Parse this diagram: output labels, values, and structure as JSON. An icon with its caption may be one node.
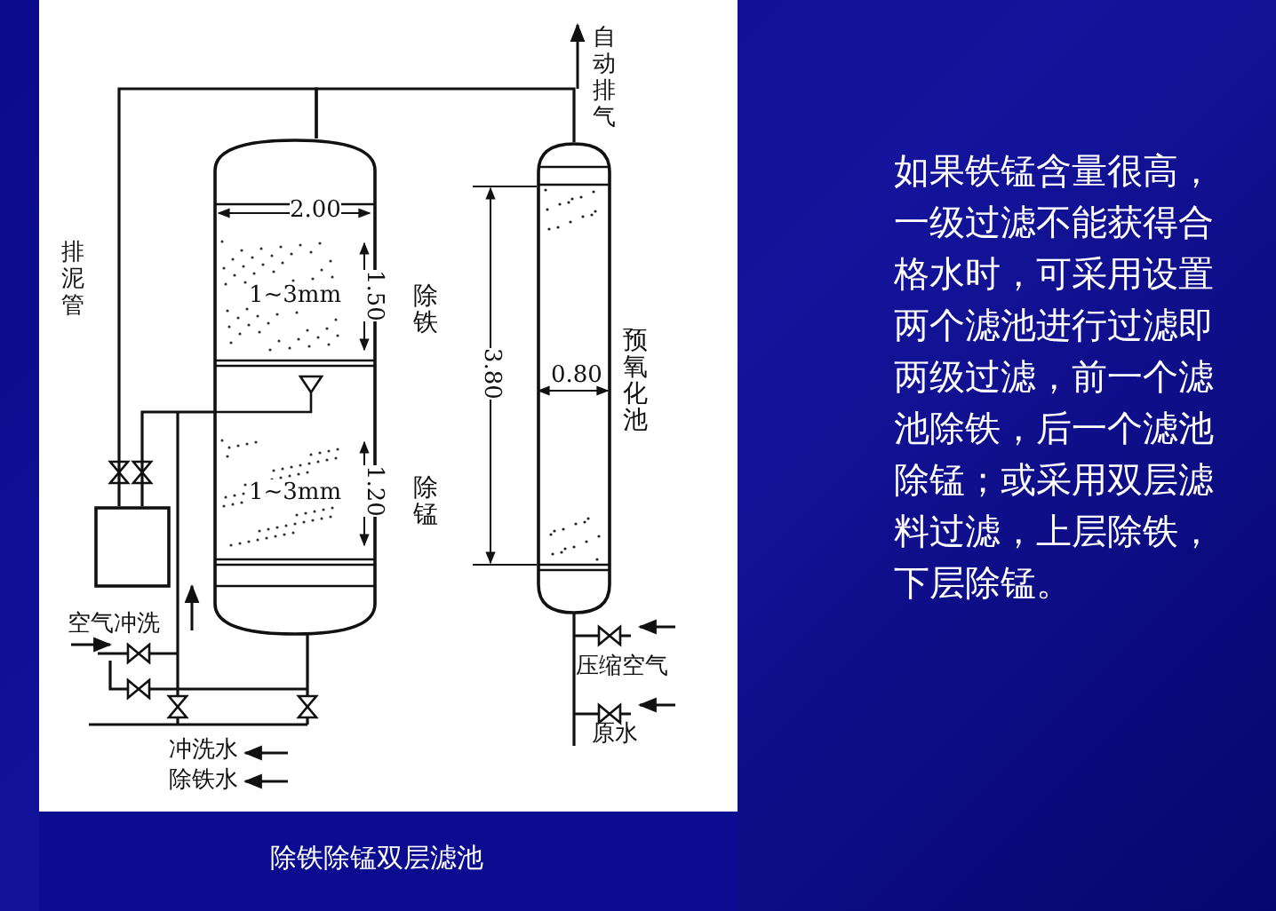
{
  "diagram": {
    "caption": "除铁除锰双层滤池",
    "nodes": [
      {
        "text": [],
        "shape": "cylinder"
      },
      {
        "text": [
          "1~3mm"
        ],
        "in": 0,
        "beside": [
          "除铁"
        ]
      },
      {
        "text": [
          "1~3mm"
        ],
        "in": 0,
        "beside": [
          "除锰"
        ]
      },
      {
        "text": [],
        "shape": "cylinder",
        "beside": [
          "预氧化池"
        ]
      },
      {
        "text": [],
        "shape": "box"
      }
    ],
    "edges": [
      {
        "from": 3,
        "to": 0,
        "arrow": "none"
      },
      {
        "from": 0,
        "to": 4,
        "arrow": "none"
      },
      {
        "from": 0,
        "to": 4,
        "arrow": "none"
      }
    ],
    "labels": [
      "自动排气",
      "2.00",
      "排泥管",
      "1.50",
      "3.80",
      "0.80",
      "1.20",
      "空气冲洗",
      "压缩空气",
      "冲洗水",
      "原水",
      "除铁水",
      "如果铁锰含量很高，一级过滤不能获得合格水时，可采用设置两个滤池进行过滤即两级过滤，前一个滤池除铁，后一个滤池除锰；或采用双层滤料过滤，上层除铁，下层除锰。"
    ]
  }
}
